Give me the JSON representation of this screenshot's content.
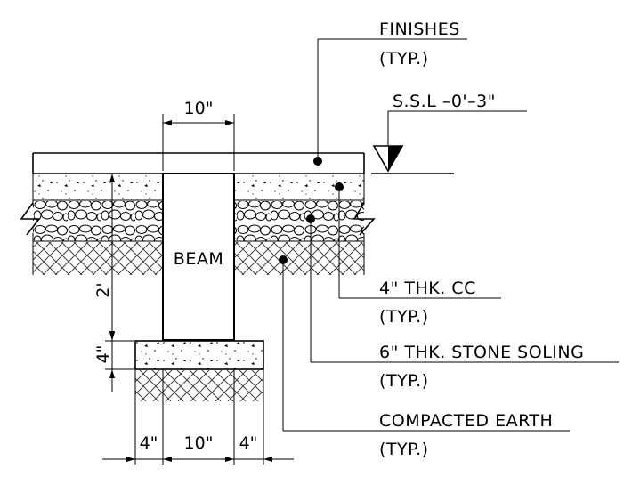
{
  "labels": {
    "finishes": "FINISHES",
    "finishes_typ": "(TYP.)",
    "ssl": "S.S.L  –0'–3\"",
    "beam": "BEAM",
    "cc": "4\"  THK.  CC",
    "cc_typ": "(TYP.)",
    "soling": "6\"  THK.  STONE  SOLING",
    "soling_typ": "(TYP.)",
    "earth": "COMPACTED  EARTH",
    "earth_typ": "(TYP.)"
  },
  "dimensions": {
    "beam_width_top": "10\"",
    "beam_depth": "2'",
    "footing_thickness": "4\"",
    "footing_left": "4\"",
    "footing_center": "10\"",
    "footing_right": "4\""
  }
}
